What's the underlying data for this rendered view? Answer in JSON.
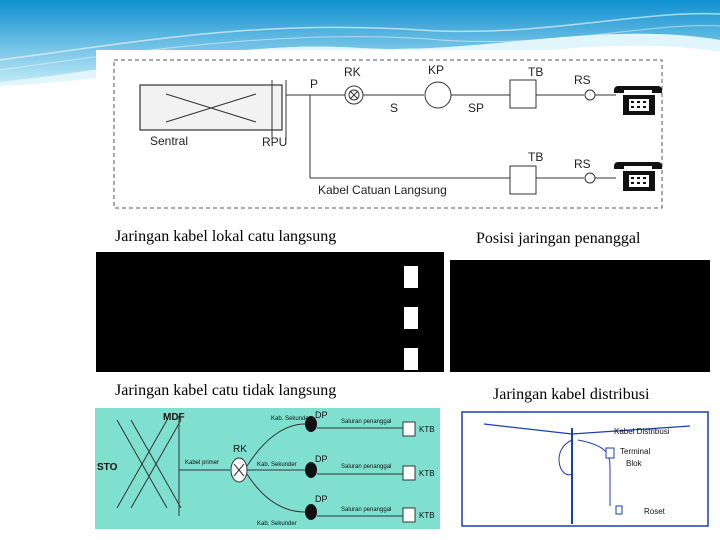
{
  "captions": {
    "top_left": "Jaringan kabel lokal catu langsung",
    "top_right": "Posisi jaringan penanggal",
    "bottom_left": "Jaringan kabel catu tidak langsung",
    "bottom_right": "Jaringan kabel distribusi"
  },
  "diagram1": {
    "sentral": "Sentral",
    "rpu": "RPU",
    "p": "P",
    "rk": "RK",
    "kp": "KP",
    "s": "S",
    "sp": "SP",
    "tb1": "TB",
    "rs1": "RS",
    "tb2": "TB",
    "rs2": "RS",
    "kabel_catuan": "Kabel Catuan Langsung"
  },
  "diagram2": {
    "mdf": "MDF",
    "sto": "STO",
    "rk": "RK",
    "kabel_primer": "Kabel primer",
    "kab_sekunder_1": "Kab. Sekunder",
    "kab_sekunder_2": "Kab. Sekunder",
    "kab_sekunder_3": "Kab. Sekunder",
    "dp1": "DP",
    "dp2": "DP",
    "dp3": "DP",
    "saluran1": "Saluran penanggal",
    "saluran2": "Saluran penanggal",
    "saluran3": "Saluran penanggal",
    "ktb1": "KTB",
    "ktb2": "KTB",
    "ktb3": "KTB"
  },
  "diagram3": {
    "kabel_distribusi": "Kabel Distribusi",
    "terminal": "Terminal",
    "blok": "Blok",
    "roset": "Roset"
  },
  "colors": {
    "banner": "#1aa3d9",
    "diagram2_bg": "#7fe0cf",
    "diagram3_bg": "#ffffff",
    "diagram3_line": "#1a3fb0"
  }
}
